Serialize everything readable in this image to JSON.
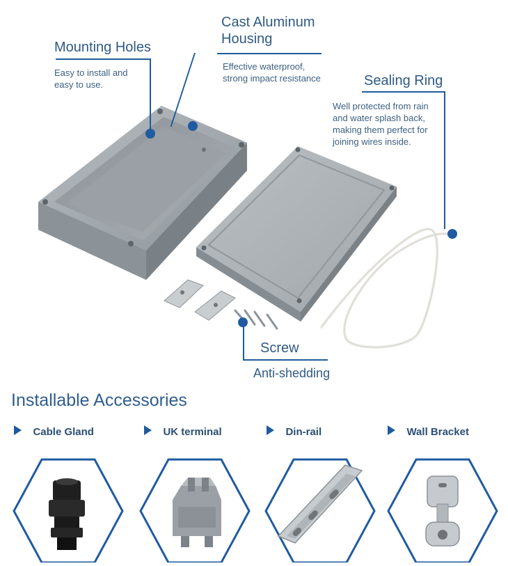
{
  "callouts": {
    "mounting_holes": {
      "title": "Mounting Holes",
      "lines": [
        "Easy to install and",
        "easy to use."
      ]
    },
    "housing": {
      "title_lines": [
        "Cast Aluminum",
        "Housing"
      ],
      "lines": [
        "Effective waterproof,",
        "strong impact resistance"
      ]
    },
    "sealing_ring": {
      "title": "Sealing Ring",
      "lines": [
        "Well protected from rain",
        "and water splash back,",
        "making them perfect for",
        "joining wires inside."
      ]
    },
    "screw": {
      "title": "Screw",
      "subtitle": "Anti-shedding"
    }
  },
  "accessories": {
    "title": "Installable Accessories",
    "items": [
      {
        "label": "Cable Gland",
        "icon": "cable-gland-image"
      },
      {
        "label": "UK terminal",
        "icon": "uk-terminal-image"
      },
      {
        "label": "Din-rail",
        "icon": "din-rail-image"
      },
      {
        "label": "Wall Bracket",
        "icon": "wall-bracket-image"
      }
    ]
  },
  "colors": {
    "accent": "#1f5ba0",
    "text": "#2f5a84",
    "housing_gray": "#a7adb1"
  }
}
